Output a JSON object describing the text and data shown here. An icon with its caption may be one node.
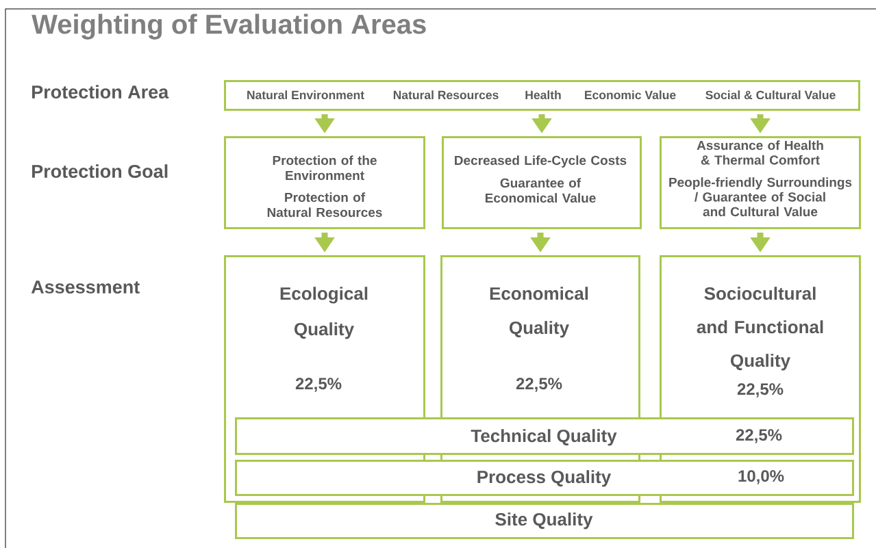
{
  "diagram": {
    "title": "Weighting of Evaluation Areas",
    "nodes": [
      {
        "text": [
          "Natural Environment",
          "Natural Resources",
          "Health",
          "Economic Value",
          "Social & Cultural Value"
        ]
      },
      {
        "text": [
          "Protection of the Environment",
          "Protection of Natural Resources"
        ]
      },
      {
        "text": [
          "Decreased Life-Cycle Costs",
          "Guarantee of Economical Value"
        ]
      },
      {
        "text": [
          "Assurance of Health & Thermal Comfort",
          "People-friendly Surroundings / Guarantee of Social and Cultural Value"
        ]
      },
      {
        "text": [
          "Ecological Quality",
          "22,5%"
        ]
      },
      {
        "text": [
          "Economical Quality",
          "22,5%"
        ]
      },
      {
        "text": [
          "Sociocultural and Functional Quality",
          "22,5%"
        ]
      },
      {
        "text": [
          "Technical Quality",
          "22,5%"
        ]
      },
      {
        "text": [
          "Process Quality",
          "10,0%"
        ]
      },
      {
        "text": [
          "Site Quality"
        ]
      }
    ],
    "edges": [
      {
        "from": 0,
        "to": 1,
        "arrow": "to"
      },
      {
        "from": 0,
        "to": 2,
        "arrow": "to"
      },
      {
        "from": 0,
        "to": 3,
        "arrow": "to"
      },
      {
        "from": 1,
        "to": 4,
        "arrow": "to"
      },
      {
        "from": 2,
        "to": 5,
        "arrow": "to"
      },
      {
        "from": 3,
        "to": 6,
        "arrow": "to"
      }
    ],
    "labels": [
      "Protection Area",
      "Protection Goal",
      "Assessment"
    ]
  }
}
